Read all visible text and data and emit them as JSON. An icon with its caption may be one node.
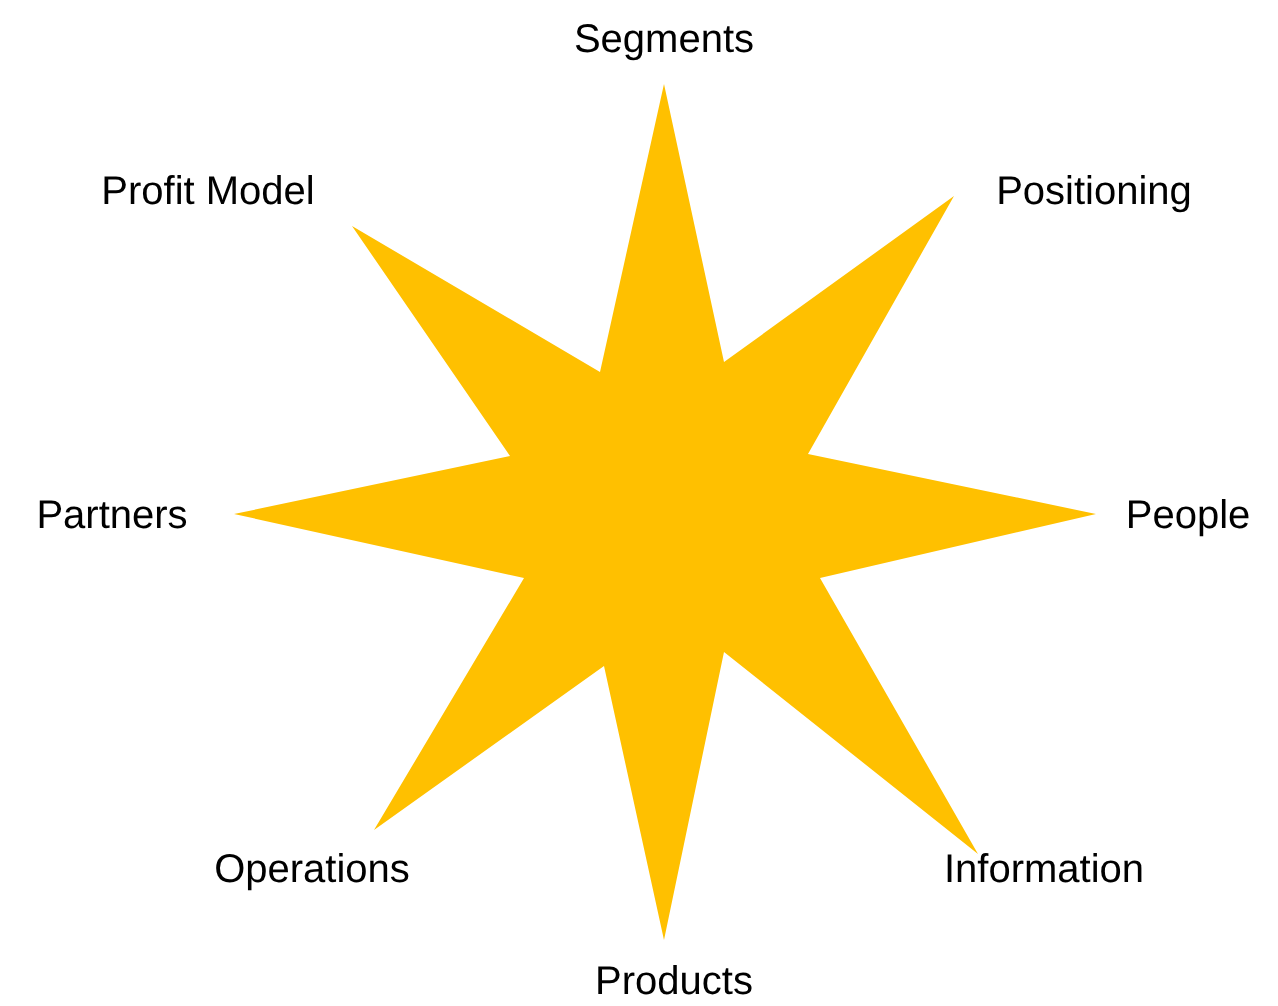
{
  "diagram": {
    "labels": [
      "Segments",
      "Profit Model",
      "Positioning",
      "Partners",
      "People",
      "Operations",
      "Information",
      "Products"
    ]
  }
}
